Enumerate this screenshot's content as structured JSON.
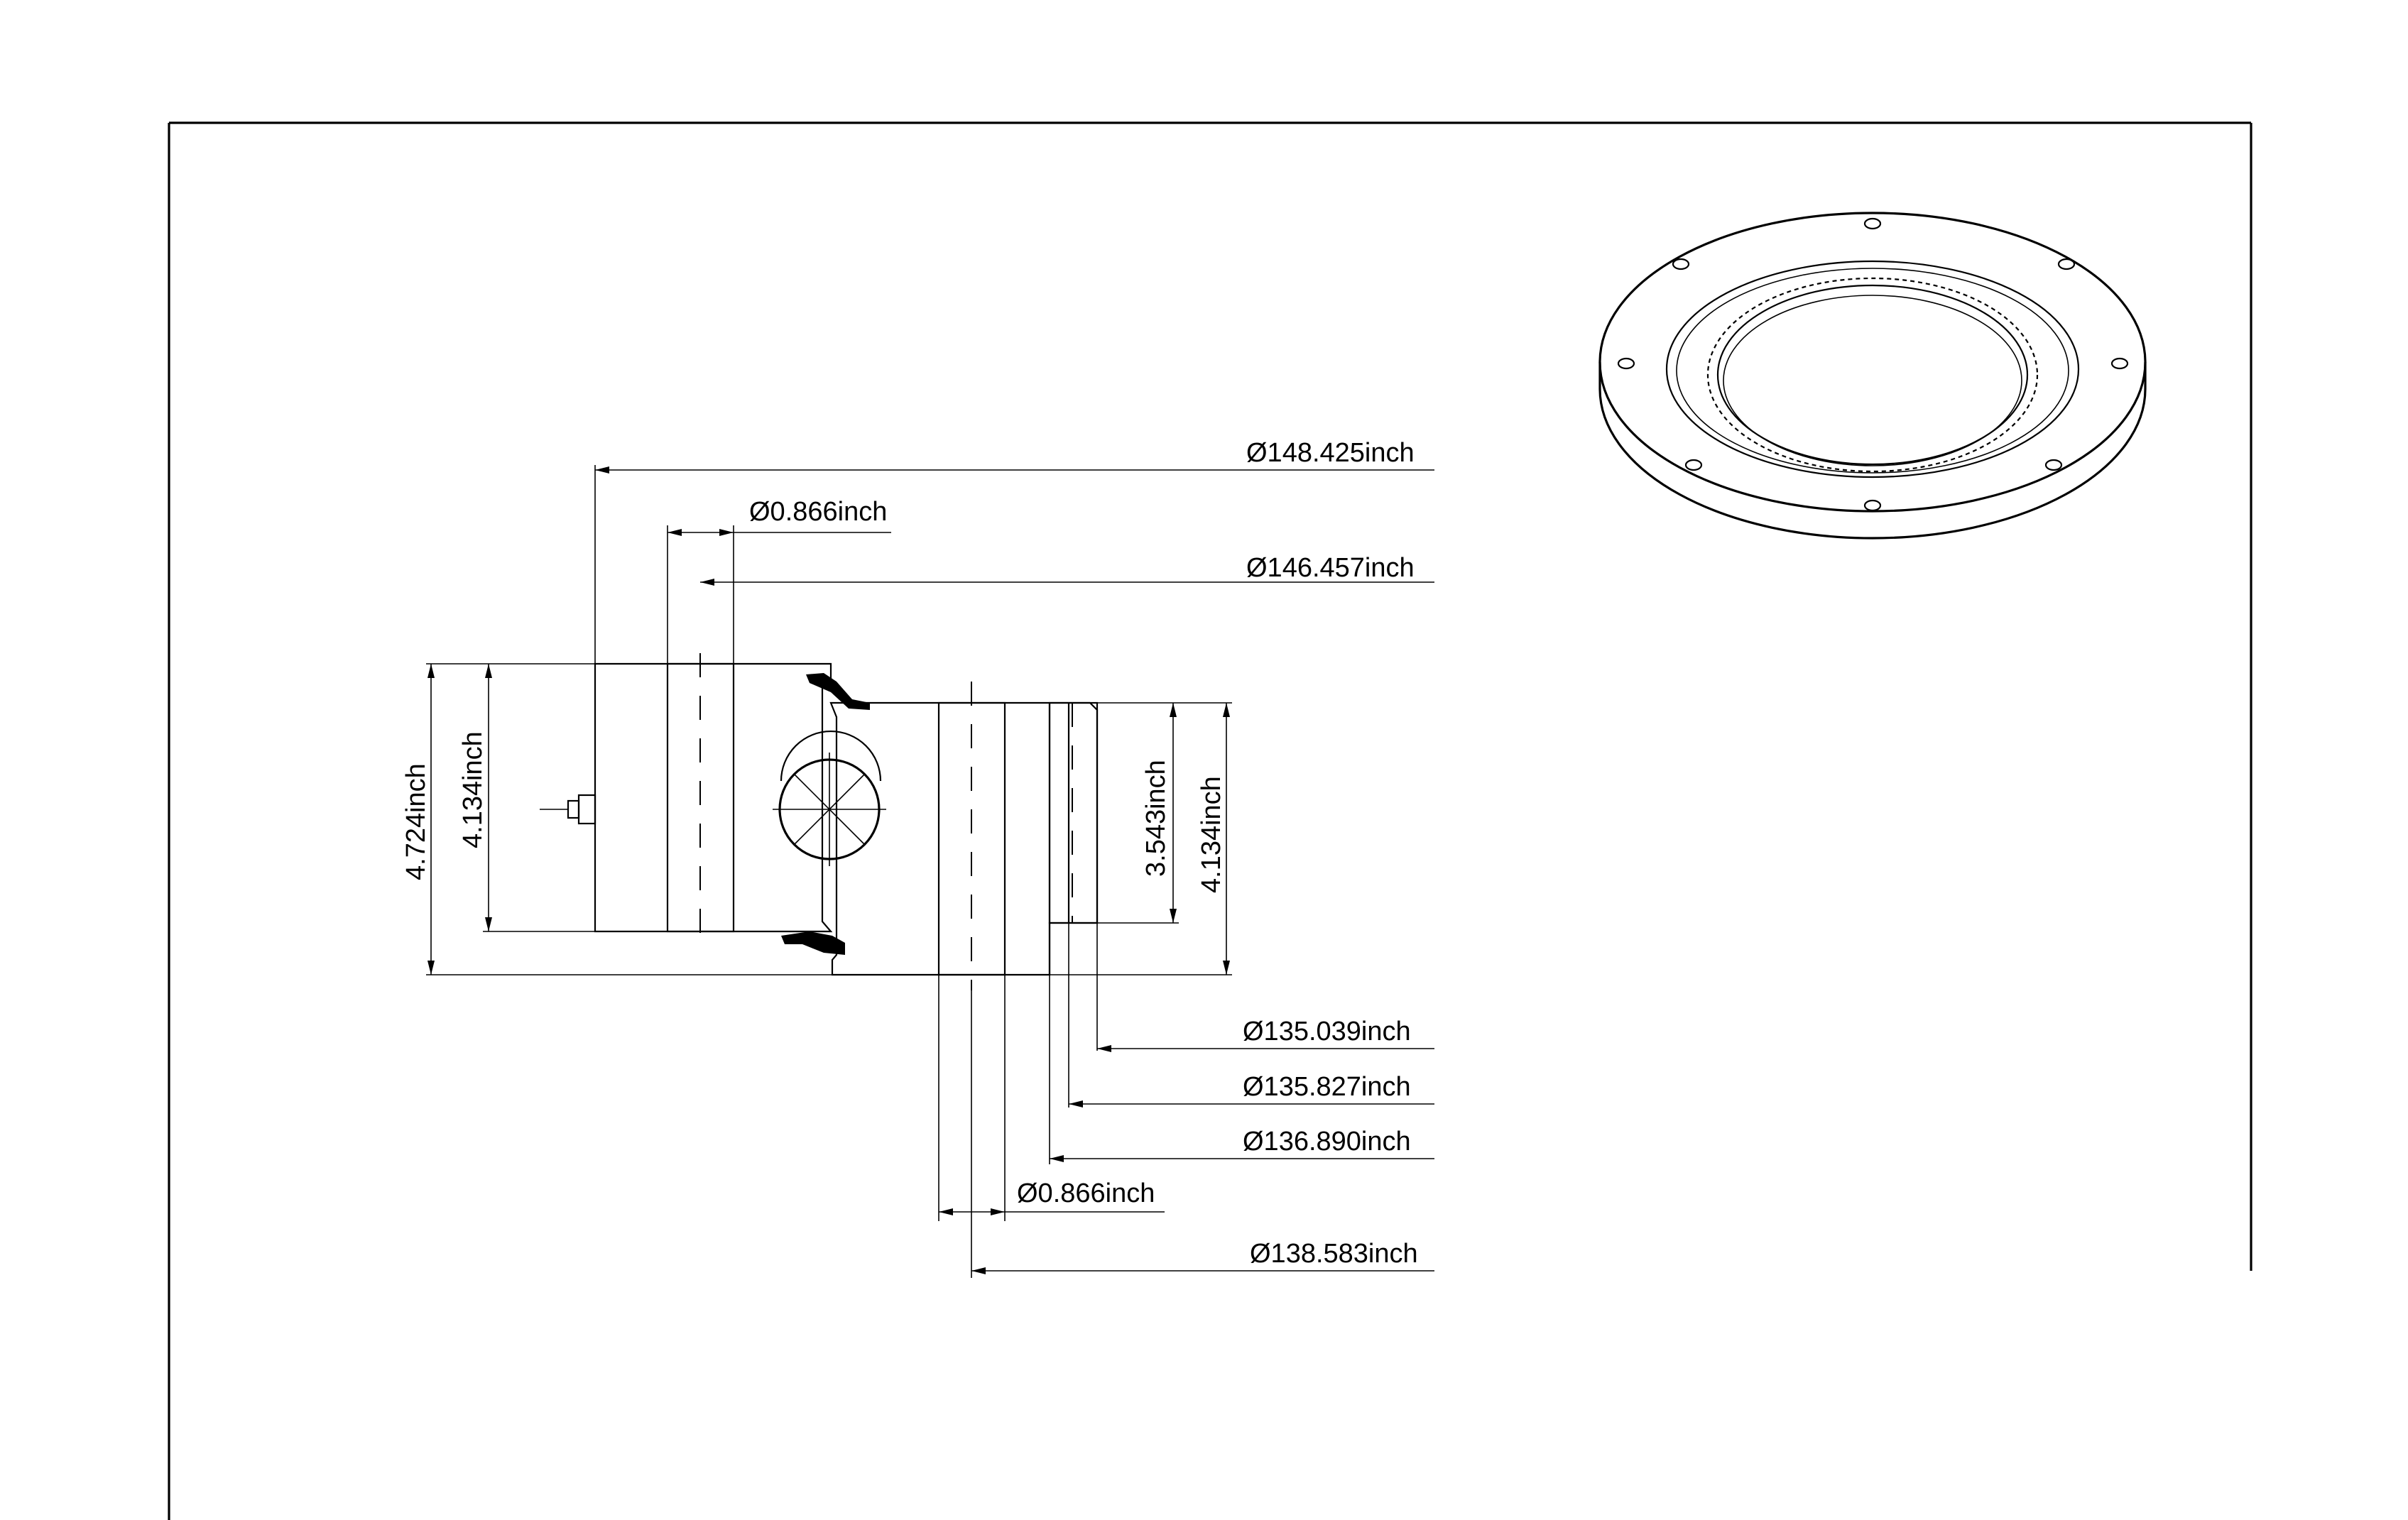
{
  "dimensions": {
    "outer_diameter": "Ø148.425inch",
    "bolt_hole_outer": "Ø0.866inch",
    "outer_bolt_circle": "Ø146.457inch",
    "height_total": "4.724inch",
    "height_outer_ring": "4.134inch",
    "height_inner_ring": "4.134inch",
    "height_inner_face": "3.543inch",
    "inner_diameter_1": "Ø135.039inch",
    "inner_diameter_2": "Ø135.827inch",
    "inner_diameter_3": "Ø136.890inch",
    "bolt_hole_inner": "Ø0.866inch",
    "inner_bolt_circle": "Ø138.583inch"
  },
  "footer": {
    "text": ""
  }
}
